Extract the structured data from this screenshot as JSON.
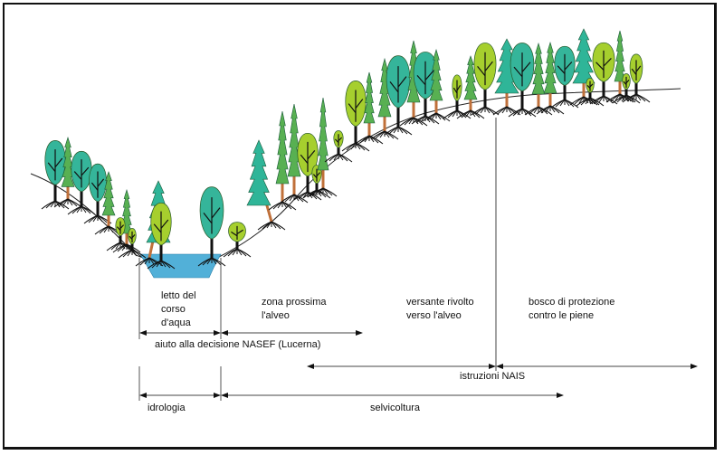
{
  "zones": [
    {
      "id": "streambed",
      "label": "letto del\ncorso\nd'aqua"
    },
    {
      "id": "near-bed",
      "label": "zona prossima\nl'alveo"
    },
    {
      "id": "slope",
      "label": "versante rivolto\nverso l'alveo"
    },
    {
      "id": "flood-forest",
      "label": "bosco di protezione\ncontro le piene"
    }
  ],
  "ranges": [
    {
      "id": "nasef",
      "label": "aiuto alla decisione NASEF (Lucerna)"
    },
    {
      "id": "nais",
      "label": "istruzioni NAIS"
    },
    {
      "id": "hydrology",
      "label": "idrologia"
    },
    {
      "id": "silviculture",
      "label": "selvicoltura"
    }
  ],
  "colors": {
    "water": "#52b0d8",
    "conifer_dark": "#2fb598",
    "conifer_light": "#58b052",
    "broadleaf_dark": "#35b59a",
    "broadleaf_light": "#a6cf2e",
    "trunk": "#c0703a",
    "line": "#222222"
  }
}
